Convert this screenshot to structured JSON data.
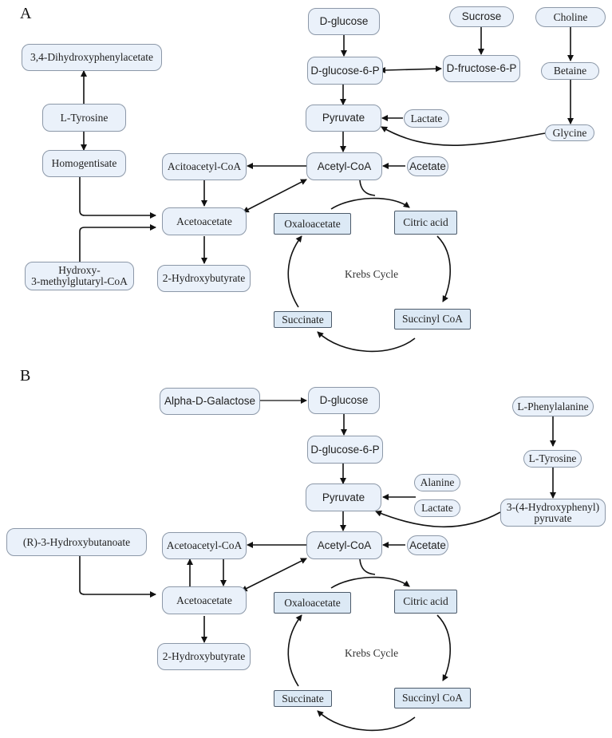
{
  "panels": [
    {
      "label": "A",
      "nodes": {
        "dihydroxyphenylacetate": "3,4-Dihydroxyphenylacetate",
        "l_tyrosine": "L-Tyrosine",
        "homogentisate": "Homogentisate",
        "acitoacetyl_coa": "Acitoacetyl-CoA",
        "acetoacetate": "Acetoacetate",
        "hmg_coa": "Hydroxy-\n3-methylglutaryl-CoA",
        "hydroxybutyrate": "2-Hydroxybutyrate",
        "d_glucose": "D-glucose",
        "d_glucose_6p": "D-glucose-6-P",
        "sucrose": "Sucrose",
        "d_fructose_6p": "D-fructose-6-P",
        "choline": "Choline",
        "betaine": "Betaine",
        "glycine": "Glycine",
        "pyruvate": "Pyruvate",
        "lactate": "Lactate",
        "acetyl_coa": "Acetyl-CoA",
        "acetate": "Acetate",
        "oxaloacetate": "Oxaloacetate",
        "citric_acid": "Citric acid",
        "succinyl_coa": "Succinyl CoA",
        "succinate": "Succinate"
      },
      "cycle_label": "Krebs Cycle"
    },
    {
      "label": "B",
      "nodes": {
        "alpha_d_galactose": "Alpha-D-Galactose",
        "d_glucose": "D-glucose",
        "d_glucose_6p": "D-glucose-6-P",
        "l_phenylalanine": "L-Phenylalanine",
        "l_tyrosine": "L-Tyrosine",
        "hydroxyphenylpyruvate": "3-(4-Hydroxyphenyl)\npyruvate",
        "alanine": "Alanine",
        "lactate": "Lactate",
        "pyruvate": "Pyruvate",
        "acetyl_coa": "Acetyl-CoA",
        "acetate": "Acetate",
        "r_hydroxybutanoate": "(R)-3-Hydroxybutanoate",
        "acetoacetyl_coa": "Acetoacetyl-CoA",
        "acetoacetate": "Acetoacetate",
        "hydroxybutyrate": "2-Hydroxybutyrate",
        "oxaloacetate": "Oxaloacetate",
        "citric_acid": "Citric acid",
        "succinyl_coa": "Succinyl CoA",
        "succinate": "Succinate"
      },
      "cycle_label": "Krebs Cycle"
    }
  ],
  "colors": {
    "node_fill": "#eaf1fa",
    "cycle_node_fill": "#dce9f5",
    "arrow": "#111111"
  }
}
